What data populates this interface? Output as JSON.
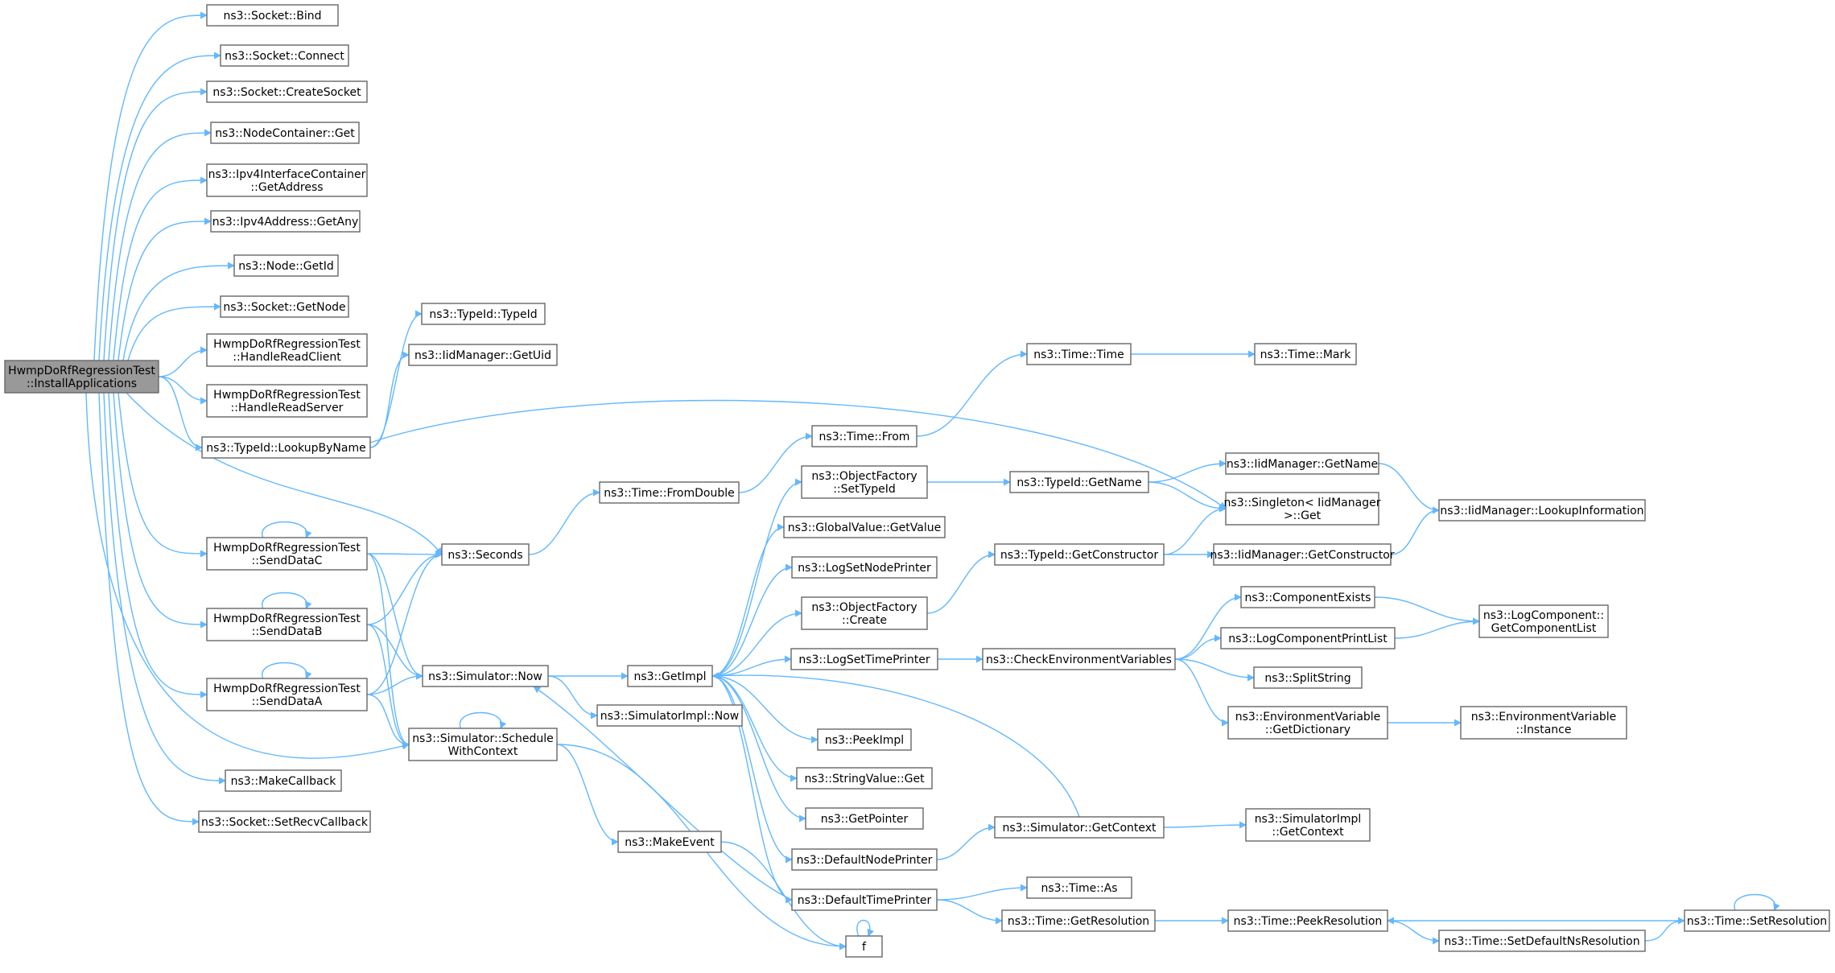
{
  "nodes": [
    {
      "id": "root",
      "lines": [
        "HwmpDoRfRegressionTest",
        "::InstallApplications"
      ],
      "root": true
    },
    {
      "id": "bind",
      "lines": [
        "ns3::Socket::Bind"
      ]
    },
    {
      "id": "connect",
      "lines": [
        "ns3::Socket::Connect"
      ]
    },
    {
      "id": "createsocket",
      "lines": [
        "ns3::Socket::CreateSocket"
      ]
    },
    {
      "id": "nodecontainer_get",
      "lines": [
        "ns3::NodeContainer::Get"
      ]
    },
    {
      "id": "getaddress",
      "lines": [
        "ns3::Ipv4InterfaceContainer",
        "::GetAddress"
      ]
    },
    {
      "id": "getany",
      "lines": [
        "ns3::Ipv4Address::GetAny"
      ]
    },
    {
      "id": "getid",
      "lines": [
        "ns3::Node::GetId"
      ]
    },
    {
      "id": "getnode",
      "lines": [
        "ns3::Socket::GetNode"
      ]
    },
    {
      "id": "handlereadclient",
      "lines": [
        "HwmpDoRfRegressionTest",
        "::HandleReadClient"
      ]
    },
    {
      "id": "handlereadserver",
      "lines": [
        "HwmpDoRfRegressionTest",
        "::HandleReadServer"
      ]
    },
    {
      "id": "lookupbyname",
      "lines": [
        "ns3::TypeId::LookupByName"
      ]
    },
    {
      "id": "senddatac",
      "lines": [
        "HwmpDoRfRegressionTest",
        "::SendDataC"
      ]
    },
    {
      "id": "senddatab",
      "lines": [
        "HwmpDoRfRegressionTest",
        "::SendDataB"
      ]
    },
    {
      "id": "senddataa",
      "lines": [
        "HwmpDoRfRegressionTest",
        "::SendDataA"
      ]
    },
    {
      "id": "makecallback",
      "lines": [
        "ns3::MakeCallback"
      ]
    },
    {
      "id": "setrecvcallback",
      "lines": [
        "ns3::Socket::SetRecvCallback"
      ]
    },
    {
      "id": "typeid_typeid",
      "lines": [
        "ns3::TypeId::TypeId"
      ]
    },
    {
      "id": "getuid",
      "lines": [
        "ns3::IidManager::GetUid"
      ]
    },
    {
      "id": "seconds",
      "lines": [
        "ns3::Seconds"
      ]
    },
    {
      "id": "simnow",
      "lines": [
        "ns3::Simulator::Now"
      ]
    },
    {
      "id": "schedule",
      "lines": [
        "ns3::Simulator::Schedule",
        "WithContext"
      ]
    },
    {
      "id": "fromdouble",
      "lines": [
        "ns3::Time::FromDouble"
      ]
    },
    {
      "id": "simimplnow",
      "lines": [
        "ns3::SimulatorImpl::Now"
      ]
    },
    {
      "id": "getimpl",
      "lines": [
        "ns3::GetImpl"
      ]
    },
    {
      "id": "makeevent",
      "lines": [
        "ns3::MakeEvent"
      ]
    },
    {
      "id": "timefrom",
      "lines": [
        "ns3::Time::From"
      ]
    },
    {
      "id": "settypeid",
      "lines": [
        "ns3::ObjectFactory",
        "::SetTypeId"
      ]
    },
    {
      "id": "globalvalue",
      "lines": [
        "ns3::GlobalValue::GetValue"
      ]
    },
    {
      "id": "logsetnodeprinter",
      "lines": [
        "ns3::LogSetNodePrinter"
      ]
    },
    {
      "id": "ofcreate",
      "lines": [
        "ns3::ObjectFactory",
        "::Create"
      ]
    },
    {
      "id": "logsettimeprinter",
      "lines": [
        "ns3::LogSetTimePrinter"
      ]
    },
    {
      "id": "peekimpl",
      "lines": [
        "ns3::PeekImpl"
      ]
    },
    {
      "id": "stringvalueget",
      "lines": [
        "ns3::StringValue::Get"
      ]
    },
    {
      "id": "getpointer",
      "lines": [
        "ns3::GetPointer"
      ]
    },
    {
      "id": "defaultnodeprinter",
      "lines": [
        "ns3::DefaultNodePrinter"
      ]
    },
    {
      "id": "defaulttimeprinter",
      "lines": [
        "ns3::DefaultTimePrinter"
      ]
    },
    {
      "id": "f",
      "lines": [
        "f"
      ]
    },
    {
      "id": "timetime",
      "lines": [
        "ns3::Time::Time"
      ]
    },
    {
      "id": "timemark",
      "lines": [
        "ns3::Time::Mark"
      ]
    },
    {
      "id": "typeidgetname",
      "lines": [
        "ns3::TypeId::GetName"
      ]
    },
    {
      "id": "iidgetname",
      "lines": [
        "ns3::IidManager::GetName"
      ]
    },
    {
      "id": "singletonget",
      "lines": [
        "ns3::Singleton< IidManager",
        ">::Get"
      ]
    },
    {
      "id": "lookupinfo",
      "lines": [
        "ns3::IidManager::LookupInformation"
      ]
    },
    {
      "id": "typeidgetctor",
      "lines": [
        "ns3::TypeId::GetConstructor"
      ]
    },
    {
      "id": "iidgetctor",
      "lines": [
        "ns3::IidManager::GetConstructor"
      ]
    },
    {
      "id": "checkenv",
      "lines": [
        "ns3::CheckEnvironmentVariables"
      ]
    },
    {
      "id": "componentexists",
      "lines": [
        "ns3::ComponentExists"
      ]
    },
    {
      "id": "logcompprintlist",
      "lines": [
        "ns3::LogComponentPrintList"
      ]
    },
    {
      "id": "splitstring",
      "lines": [
        "ns3::SplitString"
      ]
    },
    {
      "id": "envgetdict",
      "lines": [
        "ns3::EnvironmentVariable",
        "::GetDictionary"
      ]
    },
    {
      "id": "logcompgetlist",
      "lines": [
        "ns3::LogComponent::",
        "GetComponentList"
      ]
    },
    {
      "id": "envinstance",
      "lines": [
        "ns3::EnvironmentVariable",
        "::Instance"
      ]
    },
    {
      "id": "simgetcontext",
      "lines": [
        "ns3::Simulator::GetContext"
      ]
    },
    {
      "id": "simimplgetcontext",
      "lines": [
        "ns3::SimulatorImpl",
        "::GetContext"
      ]
    },
    {
      "id": "timeas",
      "lines": [
        "ns3::Time::As"
      ]
    },
    {
      "id": "timegetres",
      "lines": [
        "ns3::Time::GetResolution"
      ]
    },
    {
      "id": "timepeekres",
      "lines": [
        "ns3::Time::PeekResolution"
      ]
    },
    {
      "id": "setdefaultnsres",
      "lines": [
        "ns3::Time::SetDefaultNsResolution"
      ]
    },
    {
      "id": "timesetres",
      "lines": [
        "ns3::Time::SetResolution"
      ]
    }
  ]
}
